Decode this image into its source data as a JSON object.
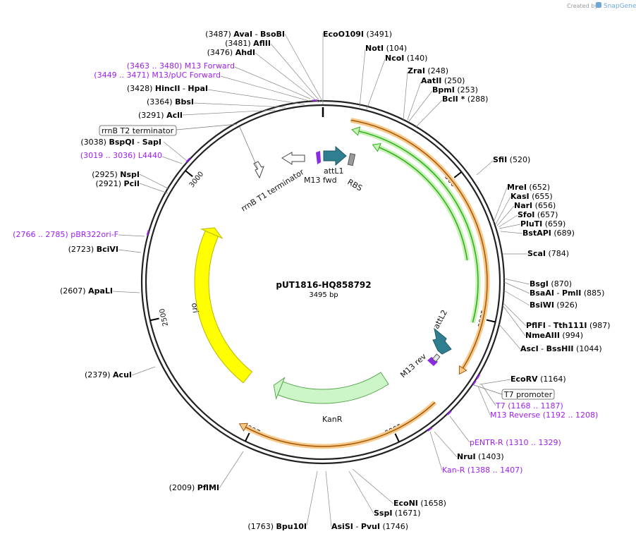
{
  "plasmid": {
    "name": "pUT1816-HQ858792",
    "length_label": "3495 bp",
    "length": 3495
  },
  "credit": {
    "prefix": "Created by",
    "brand": "SnapGene"
  },
  "ticks": [
    "500",
    "1000",
    "1500",
    "2000",
    "2500",
    "3000"
  ],
  "colors": {
    "ori": "#ffff00",
    "kanr": "#ccf5c8",
    "orange": "#f5a623",
    "green": "#32b21a",
    "primer": "#a020f0",
    "teal": "#2f7f91"
  },
  "features": {
    "rrnB_T2": "rrnB T2 terminator",
    "rrnB_T1": "rrnB T1 terminator",
    "attL1": "attL1",
    "attL2": "attL2",
    "m13fwd": "M13 fwd",
    "m13rev": "M13 rev",
    "rbs": "RBS",
    "t7prom": "T7 promoter",
    "ori": "ori",
    "kanr": "KanR"
  },
  "left_labels": [
    {
      "pos": "(3487)",
      "name": "AvaI",
      "sep": "-",
      "name2": "BsoBI",
      "primer": false
    },
    {
      "pos": "(3481)",
      "name": "AflII",
      "primer": false
    },
    {
      "pos": "(3476)",
      "name": "AhdI",
      "primer": false
    },
    {
      "pos": "(3463 .. 3480)",
      "name": "M13 Forward",
      "primer": true
    },
    {
      "pos": "(3449 .. 3471)",
      "name": "M13/pUC Forward",
      "primer": true
    },
    {
      "pos": "(3428)",
      "name": "HincII",
      "sep": "-",
      "name2": "HpaI",
      "primer": false
    },
    {
      "pos": "(3364)",
      "name": "BbsI",
      "primer": false
    },
    {
      "pos": "(3291)",
      "name": "AclI",
      "primer": false
    },
    {
      "pos": "(3038)",
      "name": "BspQI",
      "sep": "-",
      "name2": "SapI",
      "primer": false
    },
    {
      "pos": "(3019 .. 3036)",
      "name": "L4440",
      "primer": true
    },
    {
      "pos": "(2925)",
      "name": "NspI",
      "primer": false
    },
    {
      "pos": "(2921)",
      "name": "PciI",
      "primer": false
    },
    {
      "pos": "(2766 .. 2785)",
      "name": "pBR322ori-F",
      "primer": true
    },
    {
      "pos": "(2723)",
      "name": "BciVI",
      "primer": false
    },
    {
      "pos": "(2607)",
      "name": "ApaLI",
      "primer": false
    },
    {
      "pos": "(2379)",
      "name": "AcuI",
      "primer": false
    },
    {
      "pos": "(2009)",
      "name": "PflMI",
      "primer": false
    },
    {
      "pos": "(1763)",
      "name": "Bpu10I",
      "primer": false
    }
  ],
  "right_labels": [
    {
      "name": "EcoO109I",
      "pos": "(3491)",
      "primer": false
    },
    {
      "name": "NotI",
      "pos": "(104)",
      "primer": false
    },
    {
      "name": "NcoI",
      "pos": "(140)",
      "primer": false
    },
    {
      "name": "ZraI",
      "pos": "(248)",
      "primer": false
    },
    {
      "name": "AatII",
      "pos": "(250)",
      "primer": false
    },
    {
      "name": "BpmI",
      "pos": "(253)",
      "primer": false
    },
    {
      "name": "BclI *",
      "pos": "(288)",
      "primer": false
    },
    {
      "name": "SfiI",
      "pos": "(520)",
      "primer": false
    },
    {
      "name": "MreI",
      "pos": "(652)",
      "primer": false
    },
    {
      "name": "KasI",
      "pos": "(655)",
      "primer": false
    },
    {
      "name": "NarI",
      "pos": "(656)",
      "primer": false
    },
    {
      "name": "SfoI",
      "pos": "(657)",
      "primer": false
    },
    {
      "name": "PluTI",
      "pos": "(659)",
      "primer": false
    },
    {
      "name": "BstAPI",
      "pos": "(689)",
      "primer": false
    },
    {
      "name": "ScaI",
      "pos": "(784)",
      "primer": false
    },
    {
      "name": "BsgI",
      "pos": "(870)",
      "primer": false
    },
    {
      "name": "BsaAI",
      "sep": "-",
      "name2": "PmlI",
      "pos": "(885)",
      "primer": false
    },
    {
      "name": "BsiWI",
      "pos": "(926)",
      "primer": false
    },
    {
      "name": "PflFI",
      "sep": "-",
      "name2": "Tth111I",
      "pos": "(987)",
      "primer": false
    },
    {
      "name": "NmeAIII",
      "pos": "(994)",
      "primer": false
    },
    {
      "name": "AscI",
      "sep": "-",
      "name2": "BssHII",
      "pos": "(1044)",
      "primer": false
    },
    {
      "name": "EcoRV",
      "pos": "(1164)",
      "primer": false
    },
    {
      "name": "T7",
      "pos": "(1168 .. 1187)",
      "primer": true
    },
    {
      "name": "M13 Reverse",
      "pos": "(1192 .. 1208)",
      "primer": true
    },
    {
      "name": "pENTR-R",
      "pos": "(1310 .. 1329)",
      "primer": true
    },
    {
      "name": "NruI",
      "pos": "(1403)",
      "primer": false
    },
    {
      "name": "Kan-R",
      "pos": "(1388 .. 1407)",
      "primer": true
    },
    {
      "name": "EcoNI",
      "pos": "(1658)",
      "primer": false
    },
    {
      "name": "SspI",
      "pos": "(1671)",
      "primer": false
    },
    {
      "name": "AsiSI",
      "sep": "-",
      "name2": "PvuI",
      "pos": "(1746)",
      "primer": false
    }
  ]
}
